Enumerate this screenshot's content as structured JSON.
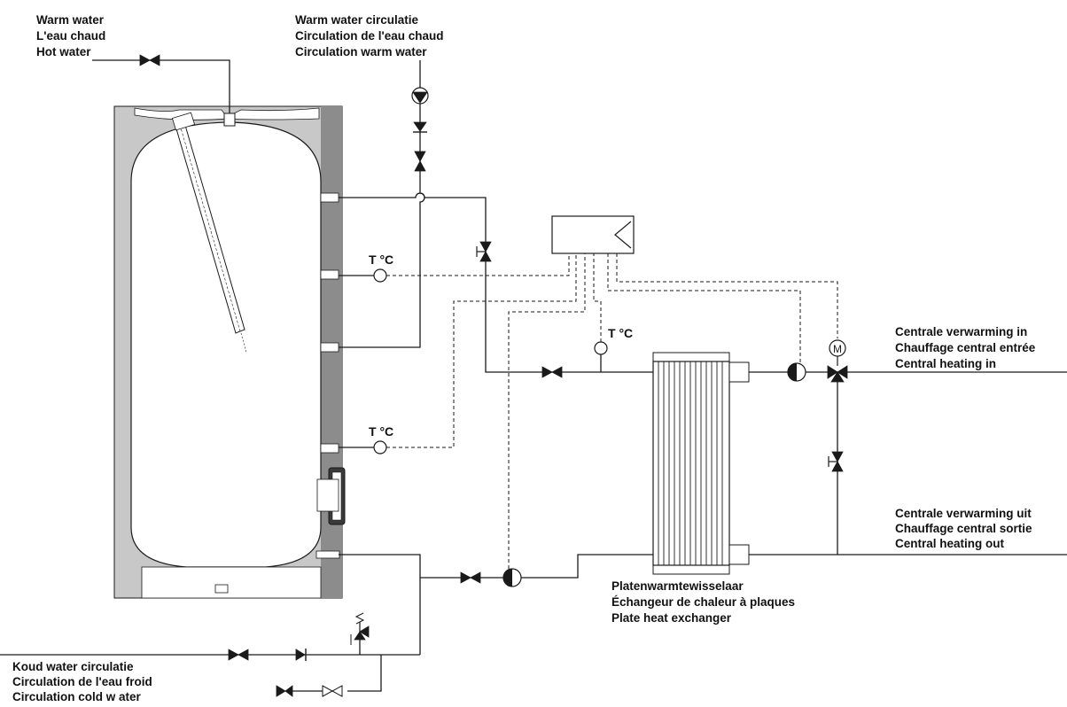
{
  "labels": {
    "hot_water": [
      "Warm water",
      "L'eau chaud",
      "Hot water"
    ],
    "hot_water_circulation": [
      "Warm water circulatie",
      "Circulation de l'eau chaud",
      "Circulation warm water"
    ],
    "central_heating_in": [
      "Centrale verwarming in",
      "Chauffage central entrée",
      "Central heating in"
    ],
    "central_heating_out": [
      "Centrale verwarming uit",
      "Chauffage central sortie",
      "Central heating out"
    ],
    "plate_heat_exchanger": [
      "Platenwarmtewisselaar",
      "Échangeur de chaleur à plaques",
      "Plate heat exchanger"
    ],
    "cold_water_circulation": [
      "Koud water circulatie",
      "Circulation de l'eau froid",
      "Circulation cold w ater"
    ]
  },
  "sensors": {
    "tank_top": "T °C",
    "tank_bottom": "T °C",
    "exchanger": "T °C"
  },
  "motor_symbol": "M",
  "colors": {
    "tank_jacket": "#8c8c8c",
    "tank_insulation": "#c8c8c8",
    "line": "#1a1a1a"
  }
}
